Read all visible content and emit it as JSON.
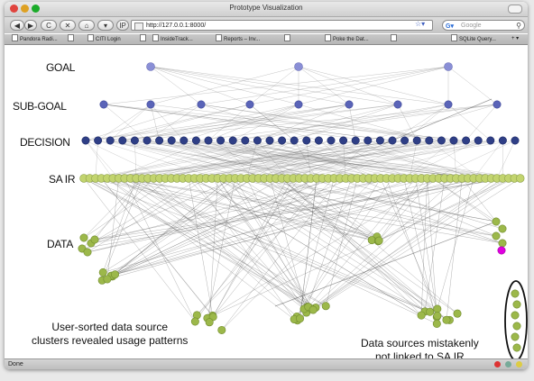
{
  "window": {
    "title": "Prototype Visualization"
  },
  "toolbar": {
    "back": "◀",
    "forward": "▶",
    "reload": "C",
    "stop": "✕",
    "home": "⌂",
    "bookmark_menu": "▾",
    "ip_button": "IP",
    "url": "http://127.0.0.1:8000/",
    "star": "☆▾",
    "search_engine": "G▾",
    "search_placeholder": "Google",
    "search_icon": "search-icon"
  },
  "bookmarks": [
    {
      "label": "Pandora Radi..."
    },
    {
      "label": "CITI Login"
    },
    {
      "label": "InsideTrack..."
    },
    {
      "label": "Reports – Inv..."
    },
    {
      "label": ""
    },
    {
      "label": "Poke the Dat..."
    },
    {
      "label": ""
    },
    {
      "label": "SQLite Query..."
    }
  ],
  "viz": {
    "levels": {
      "goal": "GOAL",
      "subgoal": "SUB-GOAL",
      "decision": "DECISION",
      "sair": "SA IR",
      "data": "DATA"
    },
    "annotation_clusters": "User-sorted data source clusters revealed usage patterns",
    "annotation_clusters_line1": "User-sorted data source",
    "annotation_clusters_line2": "clusters revealed usage patterns",
    "annotation_unlinked_line1": "Data sources mistakenly",
    "annotation_unlinked_line2": "not linked to SA IR",
    "colors": {
      "goal": "#8a8fd6",
      "subgoal": "#5a64b8",
      "decision": "#2f3f86",
      "sair": "#c2d46e",
      "data": "#9cb84a",
      "outlier": "#e000e0",
      "edge": "#555555"
    }
  },
  "status": {
    "text": "Done"
  }
}
